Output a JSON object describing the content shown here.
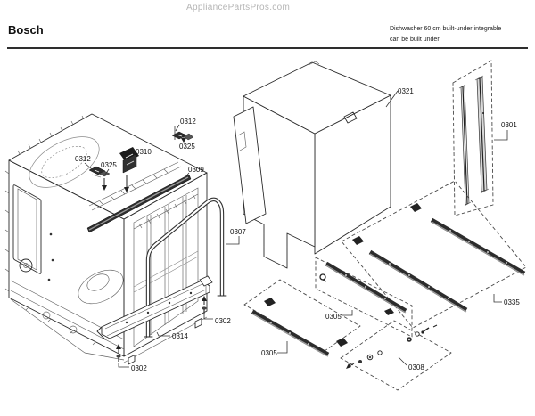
{
  "header": {
    "watermark": "AppliancePartsPros.com",
    "brand": "Bosch",
    "model_description_line1": "Dishwasher 60 cm built-under integrable",
    "model_description_line2": "can be built under"
  },
  "diagram": {
    "labels": {
      "l0301": "0301",
      "l0302": "0302",
      "l0305": "0305",
      "l0307": "0307",
      "l0308": "0308",
      "l0309": "0309",
      "l0310": "0310",
      "l0312": "0312",
      "l0314": "0314",
      "l0321": "0321",
      "l0325": "0325",
      "l0335": "0335"
    }
  }
}
